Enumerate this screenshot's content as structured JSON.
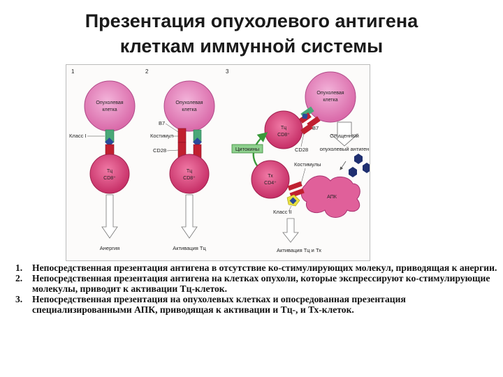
{
  "title": {
    "line1": "Презентация опухолевого антигена",
    "line2": "клеткам иммунной системы"
  },
  "figure": {
    "panels": [
      "1",
      "2",
      "3"
    ],
    "tumor_cell": "Опухолевая клетка",
    "tumor_cell_line1": "Опухолевая",
    "tumor_cell_line2": "клетка",
    "tc_cell_line1": "Тц",
    "tc_cell_line2": "CD8⁺",
    "th_cell_line1": "Тх",
    "th_cell_line2": "CD4⁺",
    "apc_cell": "АПК",
    "labels": {
      "class1": "Класс I",
      "b7": "B7",
      "costimul": "Костимул",
      "cd28": "CD28",
      "cytokines": "Цитокины",
      "costimuls": "Костимулы",
      "class2": "Класс II",
      "shed_antigen_line1": "Слущенный",
      "shed_antigen_line2": "опухолевый антиген"
    },
    "outcomes": {
      "p1": "Анергия",
      "p2": "Активация Тц",
      "p3": "Активация Тц и Тх"
    },
    "colors": {
      "tumor_cell": "#e07ab8",
      "t_cell": "#d9407a",
      "apc": "#e0609a",
      "receptor_red": "#c02030",
      "mhc_green": "#4aa878",
      "antigen_blue": "#2a3a80",
      "class2_yellow": "#e8e040",
      "cytokine_arrow": "#3a9a3a"
    }
  },
  "notes": [
    {
      "num": "1.",
      "text": "Непосредственная презентация антигена в отсутствие ко-стимулирующих молекул, приводящая к анергии."
    },
    {
      "num": "2.",
      "text": "Непосредственная презентация антигена на клетках опухоли, которые экспрессируют ко-стимулирующие молекулы, приводит к активации Тц-клеток."
    },
    {
      "num": "3.",
      "text": "Непосредственная презентация на опухолевых клетках и опосредованная презентация специализированными АПК, приводящая к активации и Тц-, и Тх-клеток."
    }
  ]
}
